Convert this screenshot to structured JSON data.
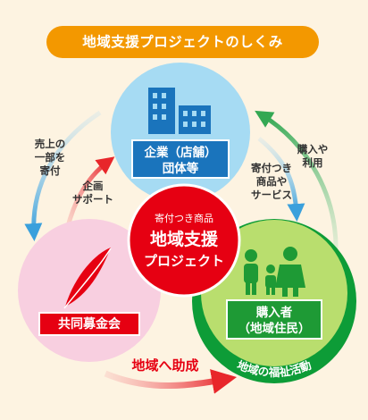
{
  "title": "地域支援プロジェクトのしくみ",
  "nodes": {
    "company": {
      "line1": "企業（店舗）",
      "line2": "団体等"
    },
    "fund": {
      "label": "共同募金会"
    },
    "buyer": {
      "line1": "購入者",
      "line2": "（地域住民）",
      "ring_label": "地域の福祉活動"
    },
    "center": {
      "small": "寄付つき商品",
      "line1": "地域支援",
      "line2": "プロジェクト"
    }
  },
  "arrows": {
    "company_to_fund": {
      "line1": "売上の",
      "line2": "一部を",
      "line3": "寄付"
    },
    "fund_to_company": {
      "line1": "企画",
      "line2": "サポート"
    },
    "buyer_to_company": {
      "line1": "購入や",
      "line2": "利用"
    },
    "company_to_buyer": {
      "line1": "寄付つき",
      "line2": "商品や",
      "line3": "サービス"
    },
    "fund_to_buyer": {
      "label": "地域へ助成"
    }
  },
  "colors": {
    "accent_orange": "#f39800",
    "arrow_blue": "#3aa0dc",
    "arrow_red": "#e8262a",
    "arrow_green": "#34a853",
    "company_circle": "#a6dbf3",
    "fund_circle": "#f8cfe0",
    "buyer_circle": "#b9de6e",
    "center_circle": "#e60012"
  },
  "icons": [
    "building-icon",
    "feather-pen-icon",
    "family-icon"
  ]
}
